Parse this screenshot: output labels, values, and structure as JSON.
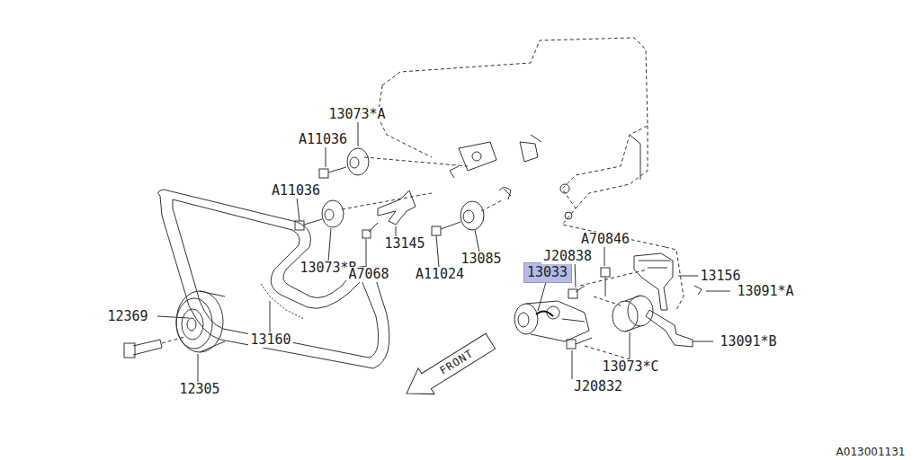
{
  "diagram": {
    "nodes": [
      {
        "text": [
          "13033"
        ]
      }
    ],
    "labels": [
      "13073*A",
      "A11036",
      "A11036",
      "13073*B",
      "13145",
      "A7068",
      "A11024",
      "13085",
      "A70846",
      "J20838",
      "13156",
      "13091*A",
      "13091*B",
      "13073*C",
      "J20832",
      "12369",
      "12305",
      "13160",
      "FRONT",
      "A013001131"
    ]
  }
}
